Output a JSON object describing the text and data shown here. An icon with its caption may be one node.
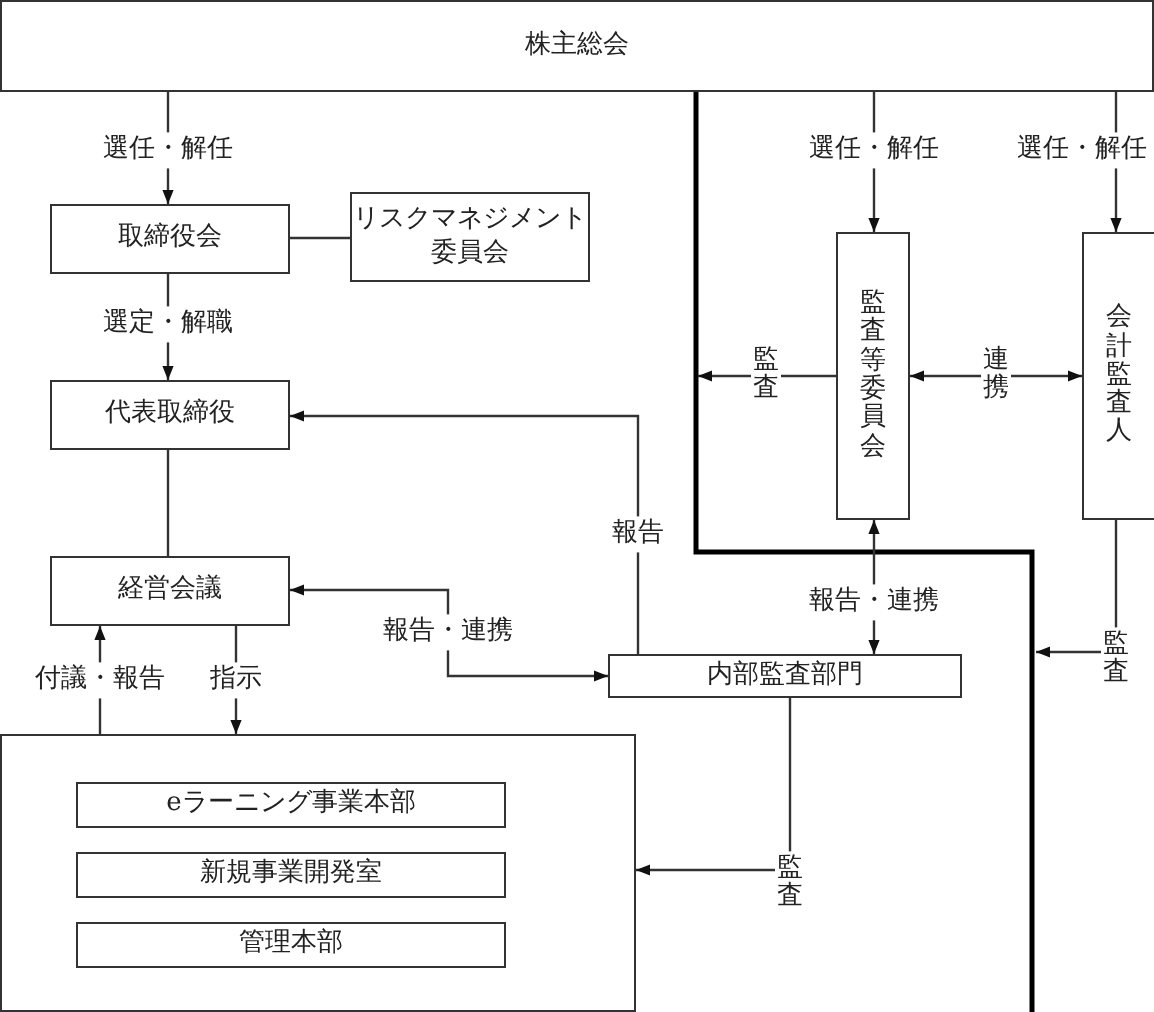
{
  "diagram": {
    "nodes": [
      {
        "text": [
          "株主総会"
        ]
      },
      {
        "text": [
          "取締役会"
        ]
      },
      {
        "text": [
          "リスクマネジメント委員会"
        ]
      },
      {
        "text": [
          "代表取締役"
        ]
      },
      {
        "text": [
          "経営会議"
        ]
      },
      {
        "text": [],
        "shape": "box"
      },
      {
        "text": [
          "eラーニング事業本部"
        ],
        "in": 5
      },
      {
        "text": [
          "新規事業開発室"
        ],
        "in": 5
      },
      {
        "text": [
          "管理本部"
        ],
        "in": 5
      },
      {
        "text": [
          "監査等委員会"
        ]
      },
      {
        "text": [
          "会計監査人"
        ]
      },
      {
        "text": [
          "内部監査部門"
        ]
      }
    ],
    "edges": [
      {
        "from": 0,
        "to": 1,
        "arrow": "to",
        "label": "選任・解任"
      },
      {
        "from": 1,
        "to": 2,
        "arrow": "none"
      },
      {
        "from": 1,
        "to": 3,
        "arrow": "to",
        "label": "選定・解職"
      },
      {
        "from": 3,
        "to": 4,
        "arrow": "none"
      },
      {
        "from": 11,
        "to": 3,
        "arrow": "to",
        "label": "報告"
      },
      {
        "from": 4,
        "to": 11,
        "arrow": "both",
        "label": "報告・連携"
      },
      {
        "from": 5,
        "to": 4,
        "arrow": "to",
        "label": "付議・報告"
      },
      {
        "from": 4,
        "to": 5,
        "arrow": "to",
        "label": "指示"
      },
      {
        "from": 0,
        "to": 9,
        "arrow": "to",
        "label": "選任・解任"
      },
      {
        "from": 0,
        "to": 10,
        "arrow": "to",
        "label": "選任・解任"
      },
      {
        "from": 9,
        "to": null,
        "arrow": "to",
        "label": "監査"
      },
      {
        "from": 9,
        "to": 10,
        "arrow": "both",
        "label": "連携"
      },
      {
        "from": 9,
        "to": 11,
        "arrow": "both",
        "label": "報告・連携"
      },
      {
        "from": 10,
        "to": null,
        "arrow": "to",
        "label": "監査"
      },
      {
        "from": 11,
        "to": 5,
        "arrow": "to",
        "label": "監査"
      }
    ]
  }
}
